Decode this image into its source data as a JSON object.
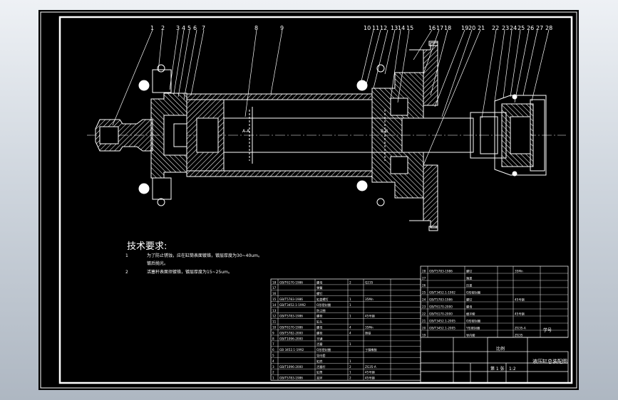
{
  "colors": {
    "background": "#000000",
    "line": "#ffffff",
    "frame_outer": "#aeb7c2"
  },
  "balloons": [
    "1",
    "2",
    "3",
    "4",
    "5",
    "6",
    "7",
    "8",
    "9",
    "10",
    "11",
    "12",
    "13",
    "14",
    "15",
    "16",
    "17",
    "18",
    "19",
    "20",
    "21",
    "22",
    "23",
    "24",
    "25",
    "26",
    "27",
    "28"
  ],
  "balloon_groups": [
    {
      "text": "1"
    },
    {
      "text": "2"
    },
    {
      "text": "3 4 5 6"
    },
    {
      "text": "7"
    },
    {
      "text": "8"
    },
    {
      "text": "9"
    },
    {
      "text": "10 11 12"
    },
    {
      "text": "13 14"
    },
    {
      "text": "15"
    },
    {
      "text": "16 17 18"
    },
    {
      "text": "19 20 21"
    },
    {
      "text": "22 23 24 25 26 27 28"
    }
  ],
  "tech": {
    "title": "技术要求:",
    "items": [
      {
        "num": "1",
        "text": "为了防止锈蚀，应在缸筒表面镀铬，镀层厚度为30~40um。",
        "sub": "镀后抛光。"
      },
      {
        "num": "2",
        "text": "活塞杆表面须镀铬，镀层厚度为15~25um。",
        "sub": ""
      }
    ]
  },
  "bom_left": [
    {
      "no": "18",
      "code": "GB/T6170-1986",
      "name": "螺母",
      "qty": "2",
      "mat": "Q235",
      "note": ""
    },
    {
      "no": "17",
      "code": "",
      "name": "弹簧",
      "qty": "",
      "mat": "",
      "note": ""
    },
    {
      "no": "16",
      "code": "",
      "name": "螺钉",
      "qty": "",
      "mat": "",
      "note": ""
    },
    {
      "no": "15",
      "code": "GB/T5783-1986",
      "name": "缸盖螺钉",
      "qty": "1",
      "mat": "35Mn",
      "note": ""
    },
    {
      "no": "14",
      "code": "GB/T3452.1-1992",
      "name": "O形密封圈",
      "qty": "1",
      "mat": "",
      "note": ""
    },
    {
      "no": "13",
      "code": "",
      "name": "防尘圈",
      "qty": "",
      "mat": "",
      "note": ""
    },
    {
      "no": "12",
      "code": "GB/T5783-1986",
      "name": "螺栓",
      "qty": "1",
      "mat": "45号钢",
      "note": ""
    },
    {
      "no": "11",
      "code": "",
      "name": "缸头",
      "qty": "",
      "mat": "",
      "note": ""
    },
    {
      "no": "10",
      "code": "GB/T6170-1986",
      "name": "螺母",
      "qty": "4",
      "mat": "35Mn",
      "note": ""
    },
    {
      "no": "9",
      "code": "GB/T5782-2000",
      "name": "螺栓",
      "qty": "4",
      "mat": "铸铁",
      "note": ""
    },
    {
      "no": "8",
      "code": "GB/T1096-2000",
      "name": "平键",
      "qty": "",
      "mat": "",
      "note": ""
    },
    {
      "no": "7",
      "code": "",
      "name": "活塞",
      "qty": "1",
      "mat": "",
      "note": ""
    },
    {
      "no": "6",
      "code": "GB 3452.1-1992",
      "name": "O形密封圈",
      "qty": "",
      "mat": "丁腈橡胶",
      "note": ""
    },
    {
      "no": "5",
      "code": "",
      "name": "导向套",
      "qty": "",
      "mat": "",
      "note": ""
    },
    {
      "no": "4",
      "code": "",
      "name": "缸底",
      "qty": "1",
      "mat": "",
      "note": ""
    },
    {
      "no": "3",
      "code": "GB/T1096-2000",
      "name": "活塞杆",
      "qty": "2",
      "mat": "ZG35-A",
      "note": ""
    },
    {
      "no": "2",
      "code": "",
      "name": "缸筒",
      "qty": "1",
      "mat": "45号钢",
      "note": ""
    },
    {
      "no": "1",
      "code": "GB/T5783-1986",
      "name": "耳环",
      "qty": "2",
      "mat": "45号钢",
      "note": ""
    }
  ],
  "bom_right": [
    {
      "no": "28",
      "code": "GB/T5783-1986",
      "name": "螺钉",
      "qty": "",
      "mat": "35Mn",
      "note": ""
    },
    {
      "no": "27",
      "code": "",
      "name": "端盖",
      "qty": "",
      "mat": "",
      "note": ""
    },
    {
      "no": "26",
      "code": "",
      "name": "压盖",
      "qty": "",
      "mat": "",
      "note": ""
    },
    {
      "no": "25",
      "code": "GB/T3452.1-1992",
      "name": "O形密封圈",
      "qty": "",
      "mat": "",
      "note": ""
    },
    {
      "no": "24",
      "code": "GB/T5783-1986",
      "name": "螺钉",
      "qty": "",
      "mat": "45号钢",
      "note": ""
    },
    {
      "no": "23",
      "code": "GB/T6170-2000",
      "name": "螺母",
      "qty": "",
      "mat": "",
      "note": ""
    },
    {
      "no": "22",
      "code": "GB/T6170-2000",
      "name": "缓冲套",
      "qty": "",
      "mat": "45号钢",
      "note": ""
    },
    {
      "no": "21",
      "code": "GB/T3452.1-2005",
      "name": "O形密封圈",
      "qty": "",
      "mat": "",
      "note": ""
    },
    {
      "no": "20",
      "code": "GB/T3452.1-2005",
      "name": "Y形密封圈",
      "qty": "",
      "mat": "ZG35-A",
      "note": ""
    },
    {
      "no": "19",
      "code": "",
      "name": "导向套",
      "qty": "",
      "mat": "ZG35",
      "note": ""
    }
  ],
  "title_block": {
    "mat_label": "比例",
    "drawing_name": "液压缸总装配图",
    "sheet": "第 1 张",
    "scale_text": "1:2",
    "school": "学号"
  }
}
